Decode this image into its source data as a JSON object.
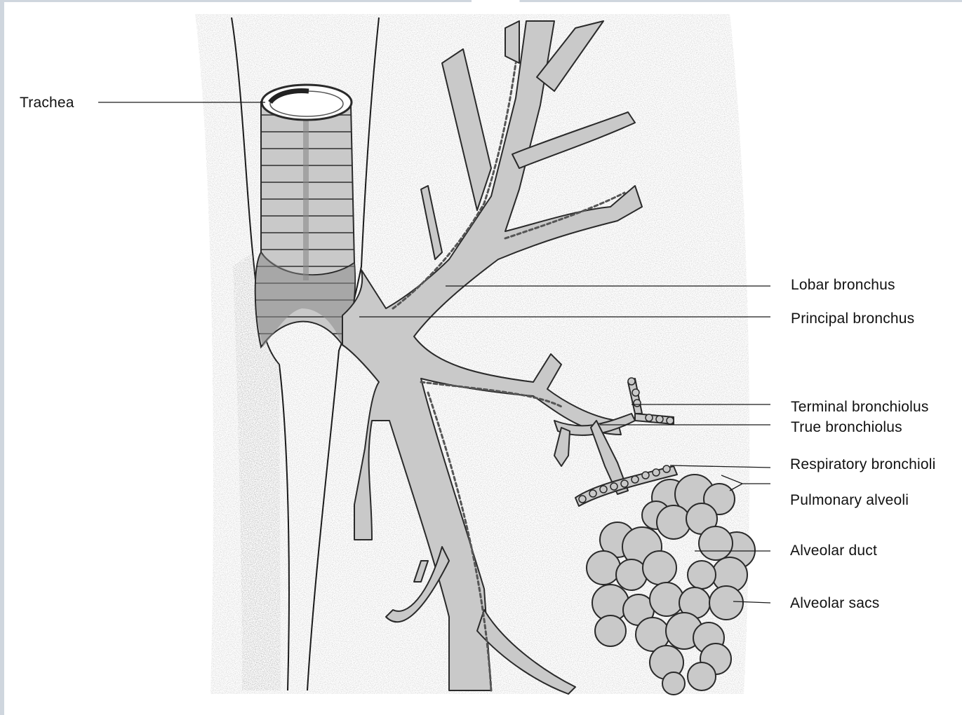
{
  "diagram": {
    "labels": {
      "trachea": "Trachea",
      "lobar_bronchus": "Lobar bronchus",
      "principal_bronchus": "Principal bronchus",
      "terminal_bronchiolus": "Terminal bronchiolus",
      "true_bronchiolus": "True bronchiolus",
      "respiratory_bronchioli": "Respiratory bronchioli",
      "pulmonary_alveoli": "Pulmonary alveoli",
      "alveolar_duct": "Alveolar duct",
      "alveolar_sacs": "Alveolar sacs"
    },
    "colors": {
      "tissue_fill": "#c9c9c9",
      "line": "#1a1a1a",
      "frame": "#cfd6de",
      "stipple": "#8a8a8a"
    }
  }
}
